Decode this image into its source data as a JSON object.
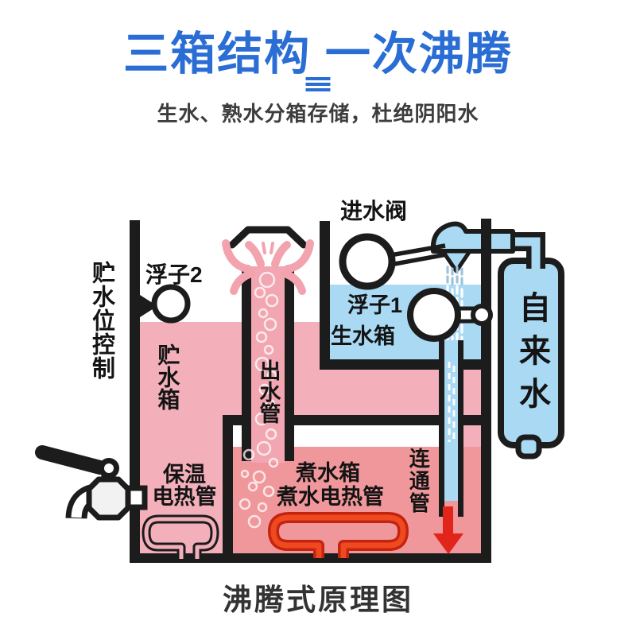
{
  "header": {
    "title": "三箱结构 一次沸腾",
    "subtitle": "生水、熟水分箱存储，杜绝阴阳水"
  },
  "diagram": {
    "labels": {
      "storage_level_control": "贮水位控制",
      "float2": "浮子2",
      "storage_tank": "贮水箱",
      "outlet_pipe": "出水管",
      "inlet_valve": "进水阀",
      "float1": "浮子1",
      "raw_tank": "生水箱",
      "tap_water": "自来水",
      "insulation_heater_line1": "保温",
      "insulation_heater_line2": "电热管",
      "boiling_tank": "煮水箱",
      "boiling_heater": "煮水电热管",
      "connecting_pipe": "连通管"
    },
    "caption": "沸腾式原理图"
  },
  "colors": {
    "accent_blue": "#2a6dd4",
    "line_black": "#1c1c1c",
    "water_blue": "#a9d9f3",
    "storage_pink": "#f3b0bb",
    "boiling_pink": "#f0979b",
    "pipe_pink": "#f1a6b1",
    "spray_pink": "#f2a3ae",
    "arrow_red": "#e1251b",
    "heater_red": "#ef4a1f",
    "heater_red_dark": "#c42310"
  }
}
